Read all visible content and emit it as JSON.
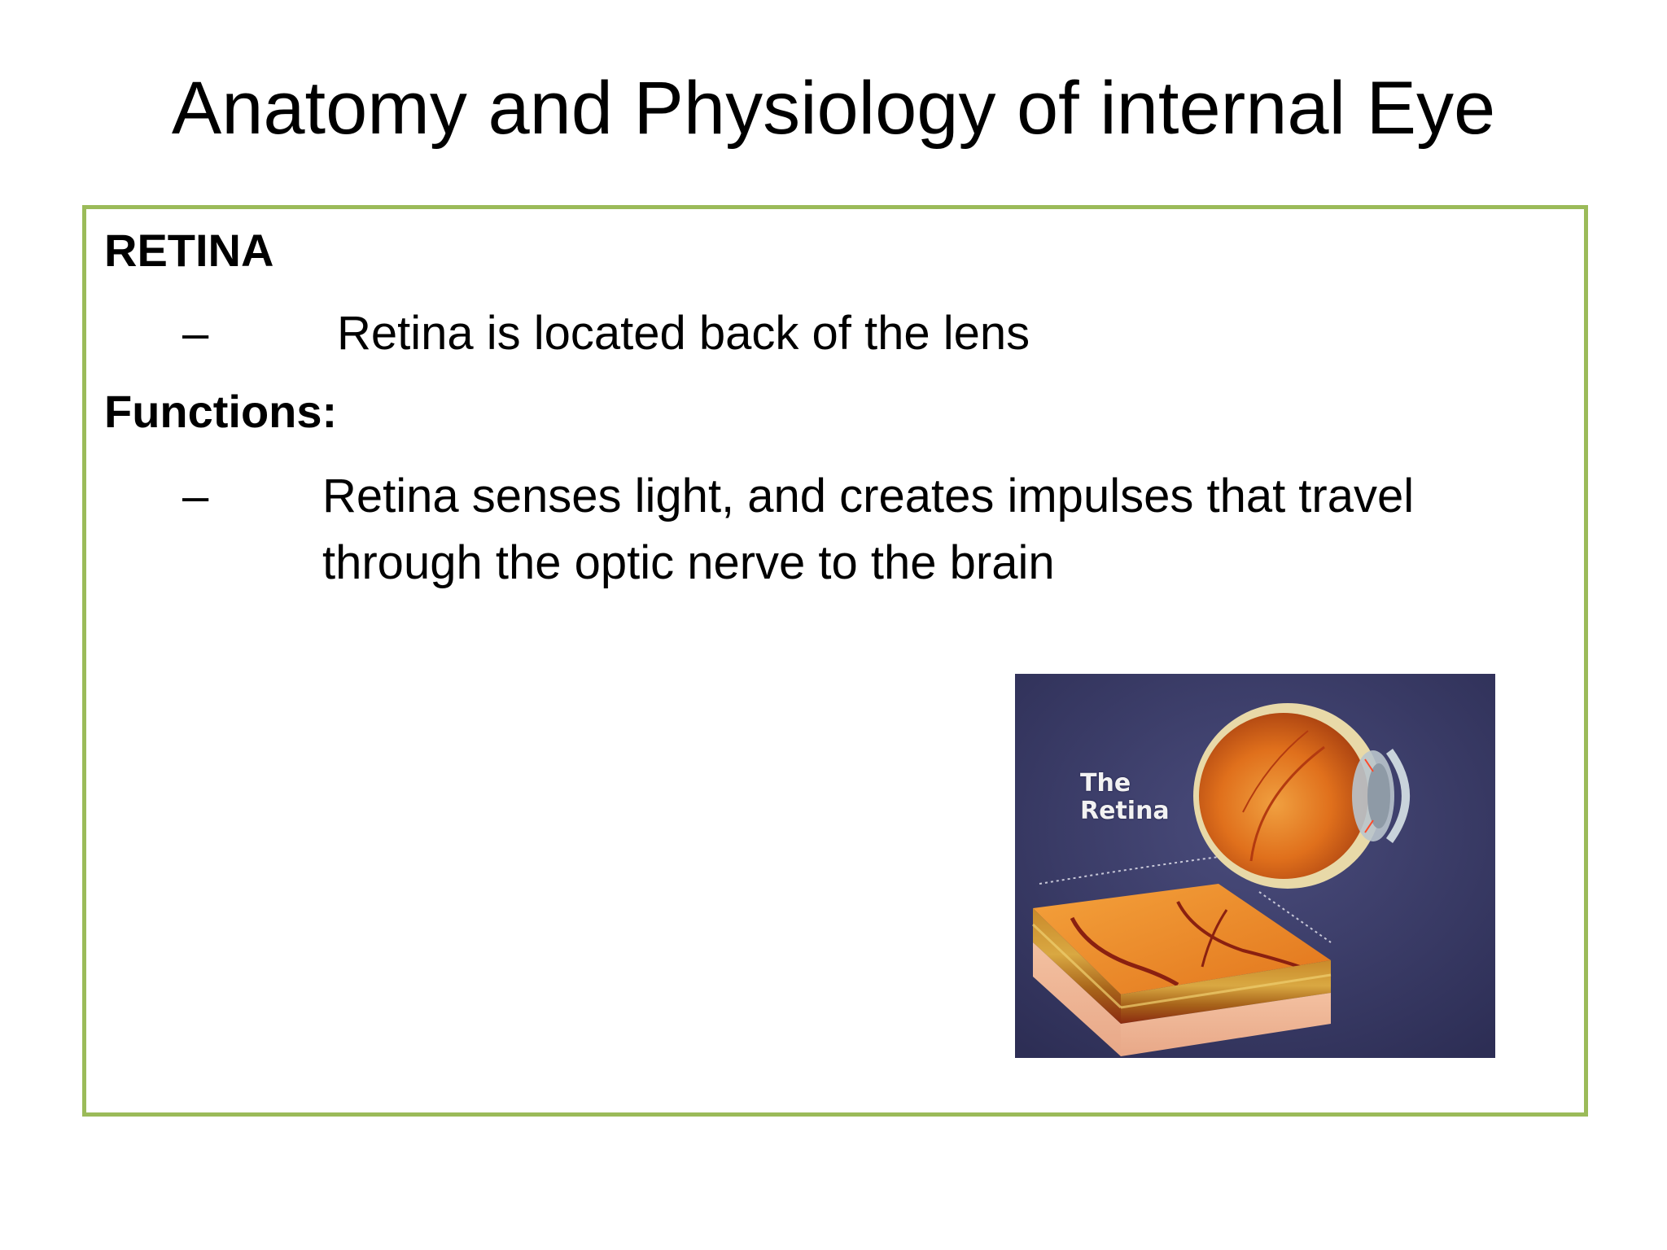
{
  "slide": {
    "title": "Anatomy and Physiology of internal Eye",
    "section_heading": "RETINA",
    "bullet_1": {
      "dash": "–",
      "text": "Retina is located back of the lens"
    },
    "functions_heading": "Functions:",
    "bullet_2": {
      "dash": "–",
      "text": "Retina senses light, and creates impulses that travel through the optic nerve to the brain"
    },
    "figure": {
      "label_line_1": "The",
      "label_line_2": "Retina",
      "background_color": "#3a3b68",
      "retina_color": "#e8731e"
    },
    "border_color": "#9bbb59"
  }
}
